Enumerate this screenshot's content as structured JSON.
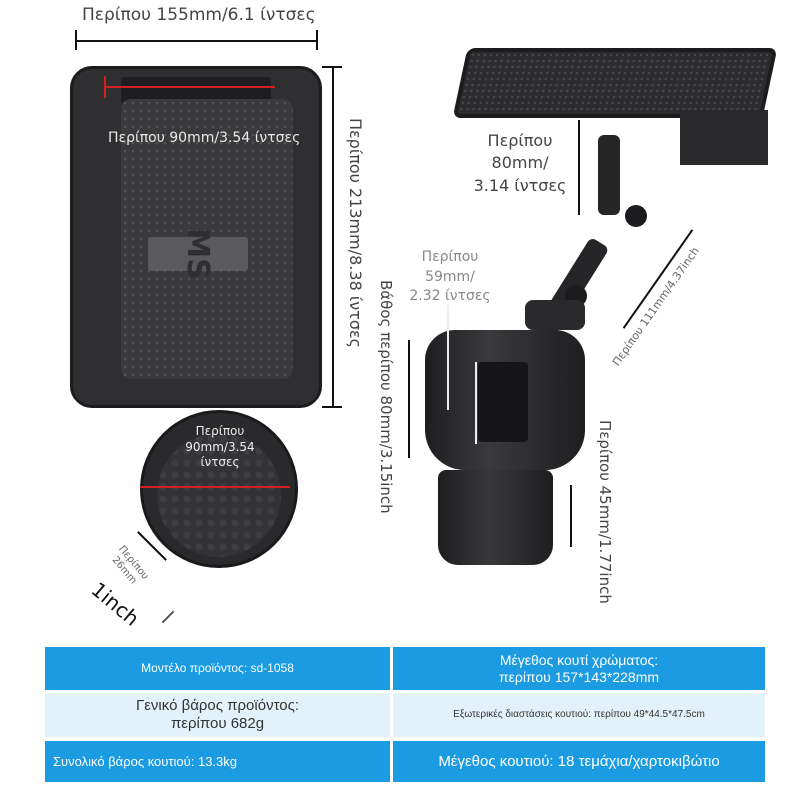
{
  "dimensions": {
    "width_155": "Περίπου 155mm/6.1 ίντσες",
    "inner_90_top": "Περίπου 90mm/3.54 ίντσες",
    "height_213": "Περίπου 213mm/8.38 ίντσες",
    "base_90": [
      "Περίπου",
      "90mm/3.54",
      "ίντσες"
    ],
    "slot_26": [
      "Περίπου",
      "26mm"
    ],
    "slot_inch": "1inch",
    "arm_80": [
      "Περίπου",
      "80mm/",
      "3.14 ίντσες"
    ],
    "cup_59": [
      "Περίπου",
      "59mm/",
      "2.32 ίντσες"
    ],
    "depth_80": "Βάθος περίπου 80mm/3.15inch",
    "arm_111": "Περίπου 111mm/4.37inch",
    "base_45": "Περίπου 45mm/1.77inch"
  },
  "logo": "MS",
  "specs": {
    "model": "Μοντέλο προϊόντος: sd-1058",
    "color_box": [
      "Μέγεθος κουτί χρώματος:",
      "περίπου 157*143*228mm"
    ],
    "gross_weight": [
      "Γενικό βάρος προϊόντος:",
      "περίπου 682g"
    ],
    "outer_box": "Εξωτερικές διαστάσεις κουτιού: περίπου 49*44.5*47.5cm",
    "total_weight": "Συνολικό βάρος κουτιού: 13.3kg",
    "box_size": "Μέγεθος κουτιού: 18 τεμάχια/χαρτοκιβώτιο"
  },
  "colors": {
    "table_blue": "#1a9be2",
    "table_light": "#e2f2fa",
    "measure_red": "#d42020",
    "product": "#2e2e30"
  }
}
